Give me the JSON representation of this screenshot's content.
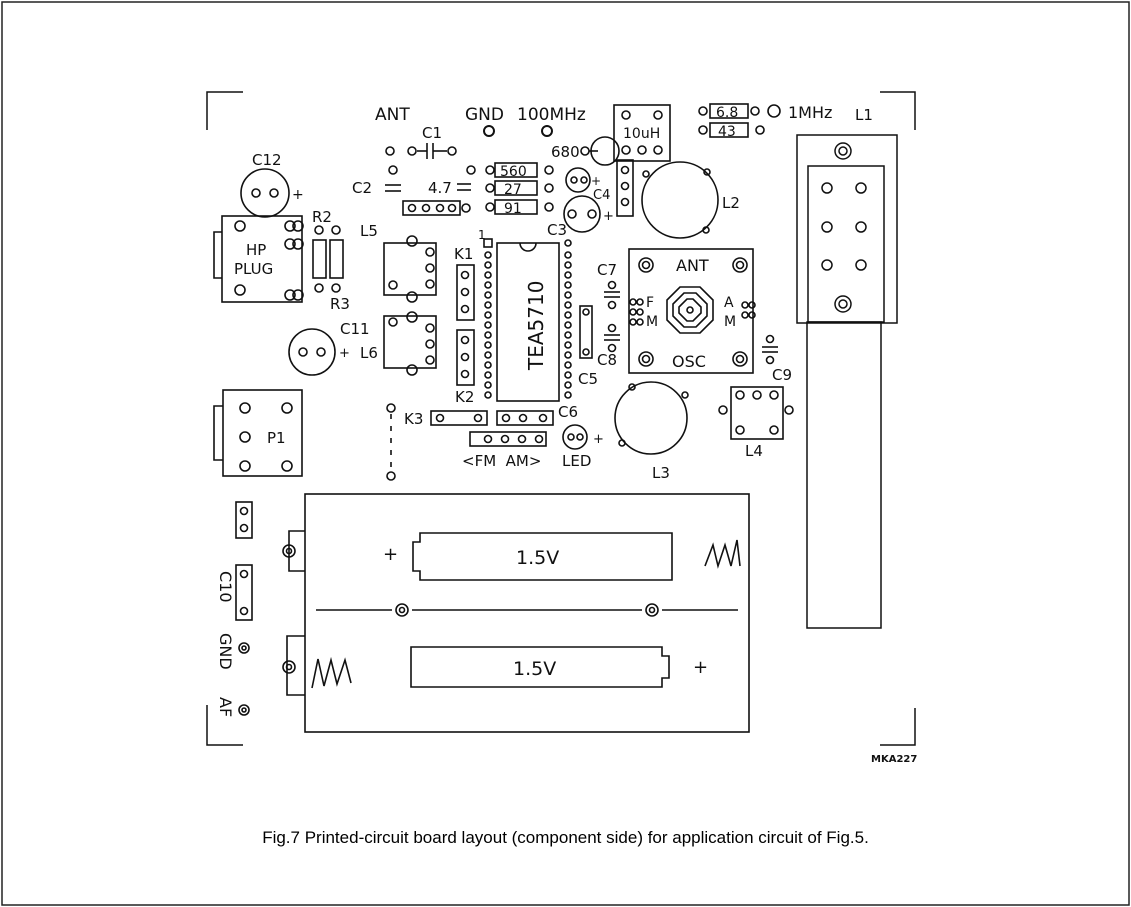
{
  "figure": {
    "caption": "Fig.7  Printed-circuit board layout (component side) for application circuit of Fig.5.",
    "code": "MKA227"
  },
  "labels": {
    "ant_top": "ANT",
    "gnd": "GND",
    "freq_100mhz": "100MHz",
    "c1": "C1",
    "c2": "C2",
    "c3": "C3",
    "c4": "C4",
    "c5": "C5",
    "c6": "C6",
    "c7": "C7",
    "c8": "C8",
    "c9": "C9",
    "c10": "C10",
    "c11": "C11",
    "c12": "C12",
    "r2": "R2",
    "r3": "R3",
    "l1": "L1",
    "l2": "L2",
    "l3": "L3",
    "l4": "L4",
    "l5": "L5",
    "l6": "L6",
    "k1": "K1",
    "k2": "K2",
    "k3": "K3",
    "p1": "P1",
    "hp1": "HP",
    "hp2": "PLUG",
    "ic": "TEA5710",
    "pin1": "1",
    "v4_7": "4.7",
    "v560": "560",
    "v27": "27",
    "v91": "91",
    "v680": "680",
    "v10uh": "10uH",
    "v68": "6.8",
    "v43": "43",
    "freq_1mhz": "1MHz",
    "coil_ant": "ANT",
    "coil_osc": "OSC",
    "f": "F",
    "m1": "M",
    "a": "A",
    "m2": "M",
    "fm_am": "<FM  AM>",
    "led": "LED",
    "batt1": "1.5V",
    "batt2": "1.5V",
    "gnd_side": "GND",
    "af_side": "AF",
    "plus": "+"
  }
}
